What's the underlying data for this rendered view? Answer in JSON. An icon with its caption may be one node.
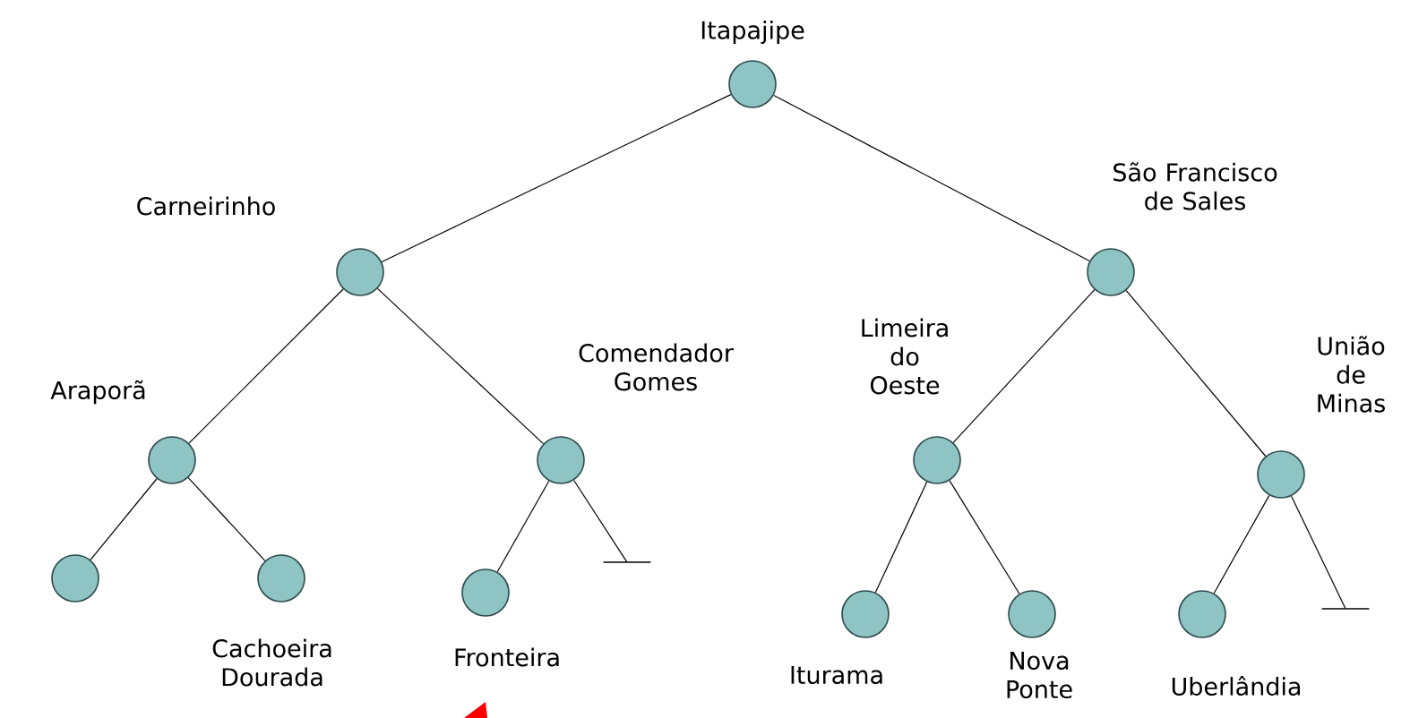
{
  "diagram": {
    "nodes": [
      {
        "text": [
          "Itapajipe"
        ]
      },
      {
        "text": [
          "Carneirinho"
        ]
      },
      {
        "text": [
          "São Francisco de Sales"
        ]
      },
      {
        "text": [
          "Araporã"
        ]
      },
      {
        "text": [
          "Comendador Gomes"
        ]
      },
      {
        "text": [],
        "shape": "circle"
      },
      {
        "text": [
          "Cachoeira Dourada"
        ]
      },
      {
        "text": [
          "Fronteira"
        ]
      },
      {
        "text": [
          "Limeira do Oeste"
        ]
      },
      {
        "text": [
          "União de Minas"
        ]
      },
      {
        "text": [
          "Iturama"
        ]
      },
      {
        "text": [
          "Nova Ponte"
        ]
      },
      {
        "text": [
          "Uberlândia"
        ]
      },
      {
        "text": [],
        "shape": "bar"
      },
      {
        "text": [],
        "shape": "bar"
      }
    ],
    "edges": [
      {
        "from": 0,
        "to": 1,
        "arrow": "none"
      },
      {
        "from": 0,
        "to": 2,
        "arrow": "none"
      },
      {
        "from": 1,
        "to": 3,
        "arrow": "none"
      },
      {
        "from": 1,
        "to": 4,
        "arrow": "none"
      },
      {
        "from": 3,
        "to": 5,
        "arrow": "none"
      },
      {
        "from": 3,
        "to": 6,
        "arrow": "none"
      },
      {
        "from": 4,
        "to": 7,
        "arrow": "none"
      },
      {
        "from": 4,
        "to": 13,
        "arrow": "none"
      },
      {
        "from": 2,
        "to": 8,
        "arrow": "none"
      },
      {
        "from": 2,
        "to": 9,
        "arrow": "none"
      },
      {
        "from": 8,
        "to": 10,
        "arrow": "none"
      },
      {
        "from": 8,
        "to": 11,
        "arrow": "none"
      },
      {
        "from": 9,
        "to": 12,
        "arrow": "none"
      },
      {
        "from": 9,
        "to": 14,
        "arrow": "none"
      }
    ]
  }
}
